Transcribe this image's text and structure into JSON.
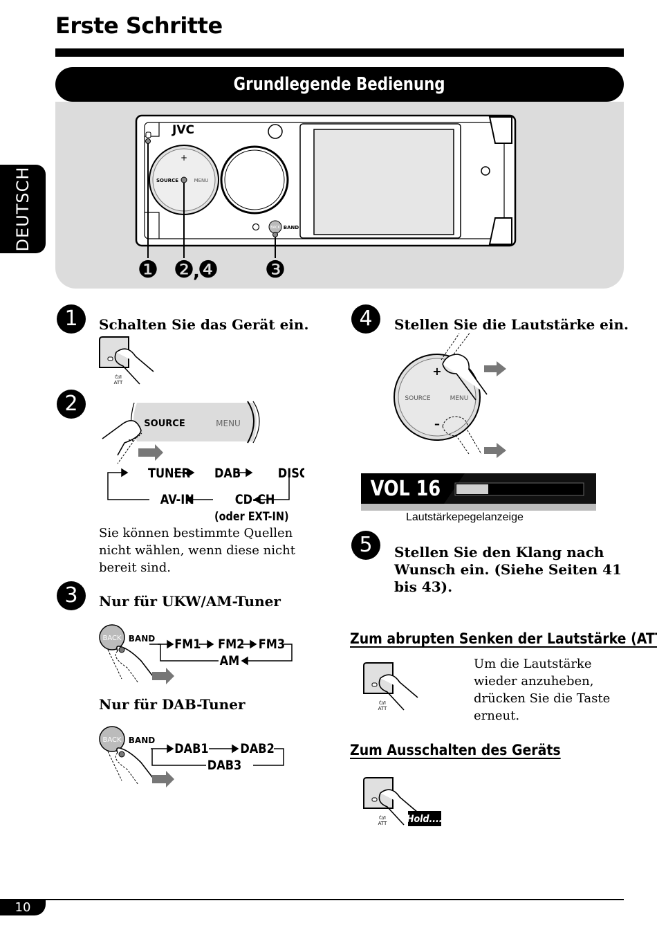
{
  "page": {
    "title": "Erste Schritte",
    "section_title": "Grundlegende Bedienung",
    "side_tab": "DEUTSCH",
    "page_number": "10"
  },
  "device": {
    "brand": "JVC",
    "knob_source": "SOURCE",
    "knob_menu": "MENU",
    "knob_plus": "+",
    "back_label": "BACK",
    "band_label": "BAND",
    "callouts": [
      "❶",
      "❷",
      ",",
      "❹",
      "❸"
    ]
  },
  "steps": {
    "s1": {
      "num": "1",
      "text": "Schalten Sie das Gerät ein."
    },
    "s2": {
      "num": "2",
      "knob_source": "SOURCE",
      "knob_menu": "MENU",
      "flow": {
        "tuner": "TUNER",
        "dab": "DAB",
        "disc": "DISC",
        "avin": "AV-IN",
        "cdch": "CD-CH",
        "extin": "(oder EXT-IN)"
      },
      "note": "Sie können bestimmte Quellen nicht wählen, wenn diese nicht bereit sind."
    },
    "s3": {
      "num": "3",
      "cond1": "Nur für UKW/AM-Tuner",
      "fm_flow": {
        "fm1": "FM1",
        "fm2": "FM2",
        "fm3": "FM3",
        "am": "AM"
      },
      "cond2": "Nur für DAB-Tuner",
      "dab_flow": {
        "dab1": "DAB1",
        "dab2": "DAB2",
        "dab3": "DAB3"
      },
      "back_label": "BACK",
      "band_label": "BAND"
    },
    "s4": {
      "num": "4",
      "text": "Stellen Sie die Lautstärke ein.",
      "knob_source": "SOURCE",
      "knob_menu": "MENU",
      "plus": "+",
      "minus": "–",
      "vol_text": "VOL 16",
      "vol_level": 0.25,
      "vol_caption": "Lautstärkepegelanzeige"
    },
    "s5": {
      "num": "5",
      "text": "Stellen Sie den Klang nach Wunsch ein. (Siehe Seiten 41 bis 43)."
    }
  },
  "power_button": {
    "symbol": "⏻/I",
    "att": "ATT"
  },
  "att_section": {
    "heading": "Zum abrupten Senken der Lautstärke (ATT)",
    "text": "Um die Lautstärke wieder anzuheben, drücken Sie die Taste erneut."
  },
  "off_section": {
    "heading": "Zum Ausschalten des Geräts",
    "hold": "Hold...."
  }
}
